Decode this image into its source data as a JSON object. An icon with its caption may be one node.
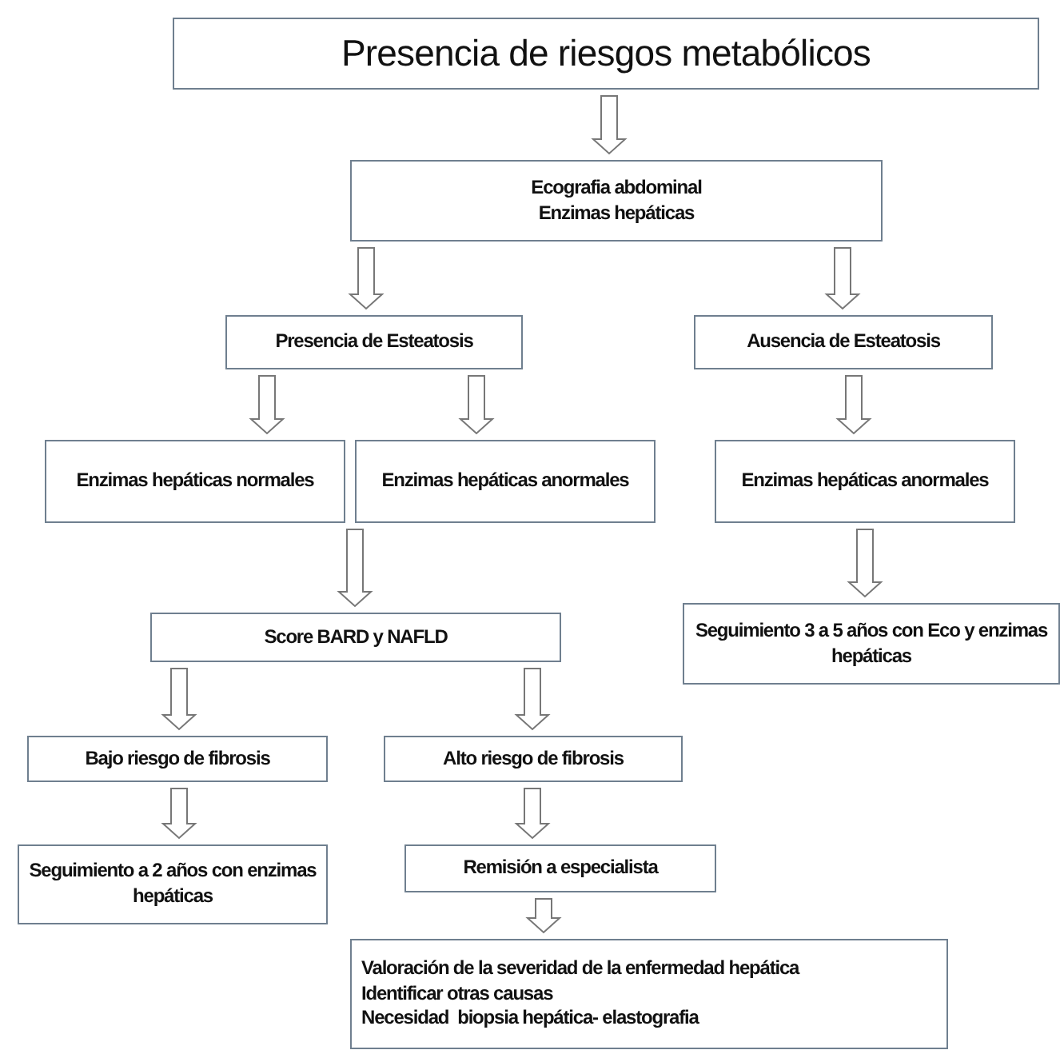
{
  "diagram": {
    "nodes": [
      {
        "text": [
          "Presencia de riesgos metabólicos"
        ]
      },
      {
        "text": [
          "Ecografia abdominal",
          "Enzimas hepáticas"
        ]
      },
      {
        "text": [
          "Presencia de Esteatosis"
        ]
      },
      {
        "text": [
          "Ausencia de Esteatosis"
        ]
      },
      {
        "text": [
          "Enzimas hepáticas normales"
        ]
      },
      {
        "text": [
          "Enzimas hepáticas anormales"
        ]
      },
      {
        "text": [
          "Enzimas hepáticas anormales"
        ]
      },
      {
        "text": [
          "Score BARD y NAFLD"
        ]
      },
      {
        "text": [
          "Seguimiento 3 a 5 años con Eco y enzimas hepáticas"
        ]
      },
      {
        "text": [
          "Bajo riesgo de fibrosis"
        ]
      },
      {
        "text": [
          "Alto riesgo de fibrosis"
        ]
      },
      {
        "text": [
          "Seguimiento a 2 años con enzimas hepáticas"
        ]
      },
      {
        "text": [
          "Remisión a especialista"
        ]
      },
      {
        "text": [
          "Valoración de la severidad de la enfermedad hepática",
          "Identificar otras causas",
          "Necesidad  biopsia hepática- elastografia"
        ]
      }
    ],
    "edges": [
      {
        "from": 0,
        "to": 1,
        "arrow": "to"
      },
      {
        "from": 1,
        "to": 2,
        "arrow": "to"
      },
      {
        "from": 1,
        "to": 3,
        "arrow": "to"
      },
      {
        "from": 2,
        "to": 4,
        "arrow": "to"
      },
      {
        "from": 2,
        "to": 5,
        "arrow": "to"
      },
      {
        "from": 3,
        "to": 6,
        "arrow": "to"
      },
      {
        "from": 4,
        "to": 7,
        "arrow": "to"
      },
      {
        "from": 5,
        "to": 7,
        "arrow": "to"
      },
      {
        "from": 6,
        "to": 8,
        "arrow": "to"
      },
      {
        "from": 7,
        "to": 9,
        "arrow": "to"
      },
      {
        "from": 7,
        "to": 10,
        "arrow": "to"
      },
      {
        "from": 9,
        "to": 11,
        "arrow": "to"
      },
      {
        "from": 10,
        "to": 12,
        "arrow": "to"
      },
      {
        "from": 12,
        "to": 13,
        "arrow": "to"
      }
    ]
  }
}
